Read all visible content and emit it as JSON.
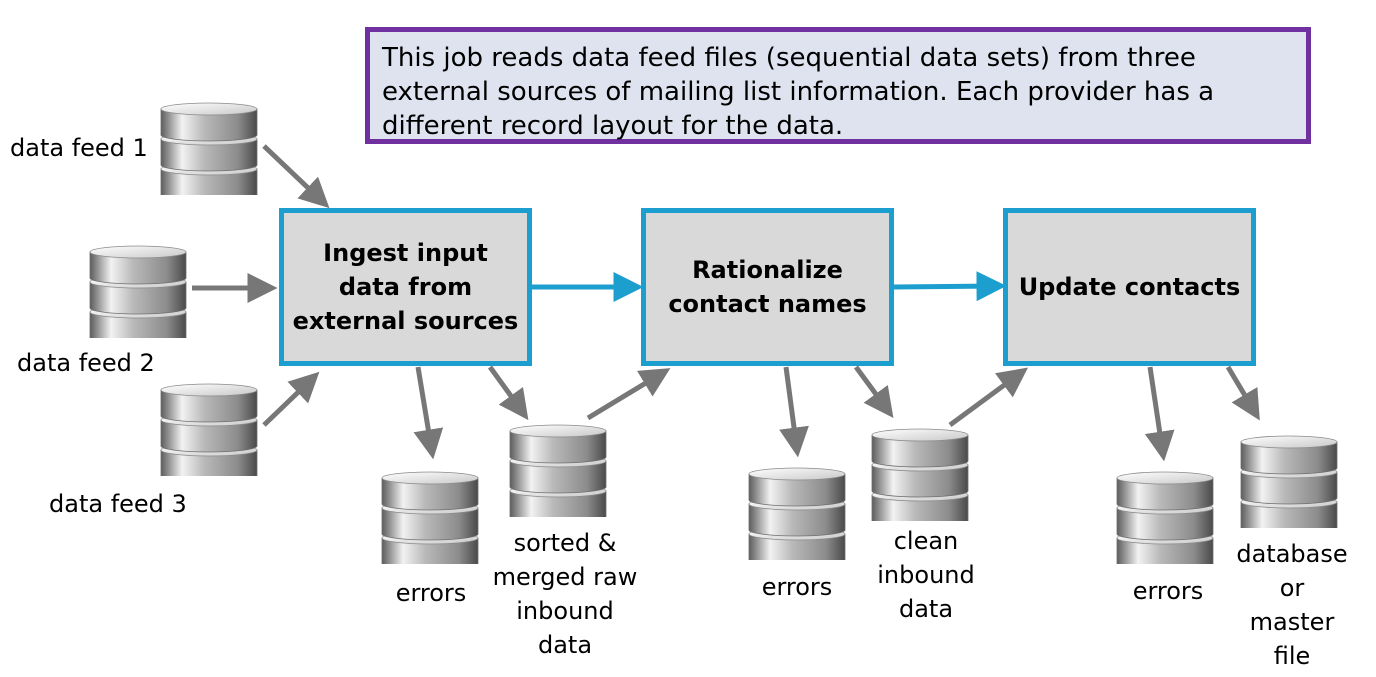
{
  "note": {
    "text": "This job reads data feed files (sequential data sets) from three external sources of mailing list information. Each provider has a different record layout for the data."
  },
  "steps": [
    {
      "label": "Ingest input\ndata from\nexternal sources"
    },
    {
      "label": "Rationalize\ncontact names"
    },
    {
      "label": "Update contacts"
    }
  ],
  "inputs": [
    {
      "label": "data feed 1"
    },
    {
      "label": "data feed 2"
    },
    {
      "label": "data feed 3"
    }
  ],
  "outputs": {
    "errors_1": "errors",
    "sorted_merged": "sorted &\nmerged raw\ninbound\ndata",
    "errors_2": "errors",
    "clean_inbound": "clean\ninbound\ndata",
    "errors_3": "errors",
    "database": "database\nor\nmaster\nfile"
  },
  "colors": {
    "step_border": "#1c9fcf",
    "step_fill": "#d9d9d9",
    "note_border": "#7030a0",
    "note_fill": "#dee3ef",
    "grey_arrow": "#777777",
    "blue_arrow": "#1c9fcf"
  }
}
